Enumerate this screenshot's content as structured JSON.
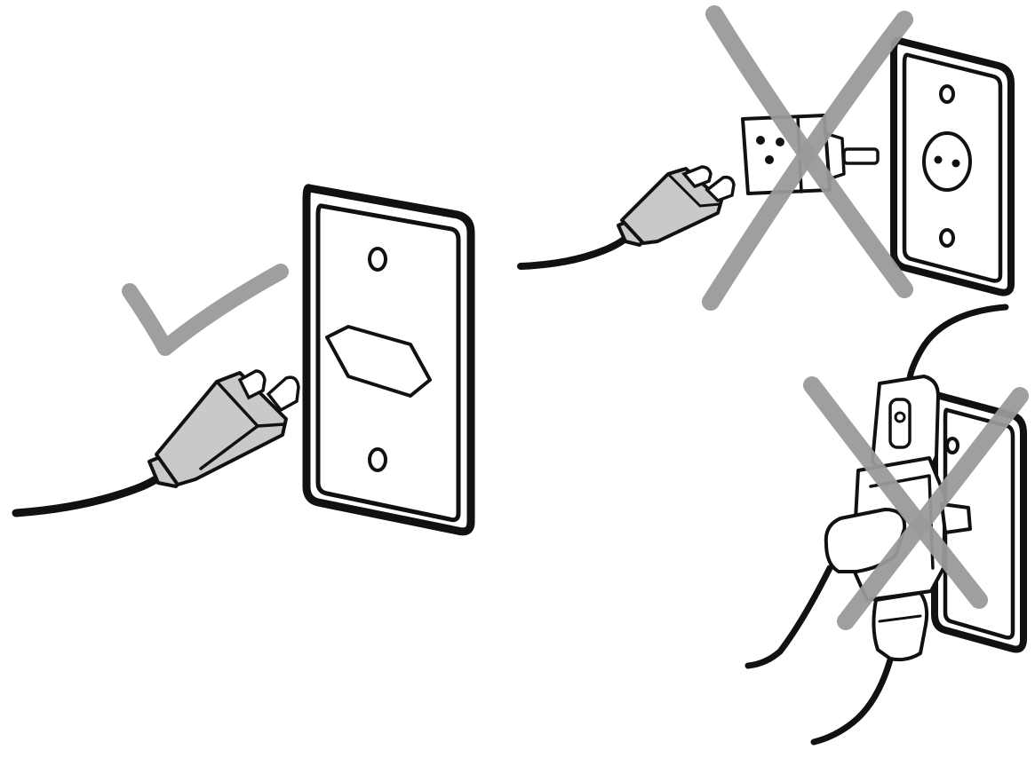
{
  "scenes": [
    {
      "id": "direct-plug",
      "verdict": "correct",
      "symbol": "check-mark-icon"
    },
    {
      "id": "adapter-plug",
      "verdict": "incorrect",
      "symbol": "x-mark-icon"
    },
    {
      "id": "multi-plug",
      "verdict": "incorrect",
      "symbol": "x-mark-icon"
    }
  ],
  "colors": {
    "ink": "#111111",
    "plug_gray": "#c9c9c9",
    "mark_gray": "#9a9a9a",
    "background": "#ffffff"
  }
}
